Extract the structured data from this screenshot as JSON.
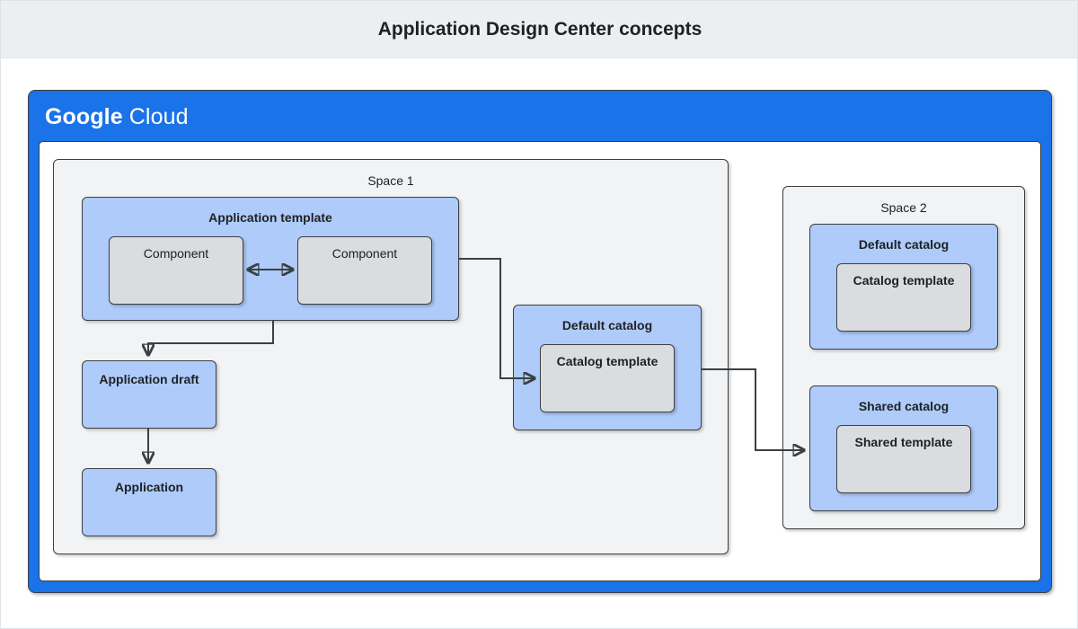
{
  "page": {
    "title": "Application Design Center concepts",
    "background": "#ffffff",
    "title_band_bg": "#eceff1"
  },
  "colors": {
    "google_blue": "#1a73e8",
    "light_blue_box": "#aecbfa",
    "grey_box": "#dadce0",
    "space_bg": "#f1f3f4",
    "stroke": "#3c4043",
    "text": "#202124"
  },
  "cloud_frame": {
    "logo_primary": "Google",
    "logo_secondary": "Cloud"
  },
  "spaces": [
    {
      "label": "Space 1",
      "nodes": {
        "app_template": {
          "title": "Application template",
          "components": [
            {
              "label": "Component"
            },
            {
              "label": "Component"
            }
          ]
        },
        "app_draft": {
          "label": "Application draft"
        },
        "application": {
          "label": "Application"
        },
        "default_catalog": {
          "title": "Default catalog",
          "template": {
            "label": "Catalog template"
          }
        }
      }
    },
    {
      "label": "Space 2",
      "nodes": {
        "default_catalog": {
          "title": "Default catalog",
          "template": {
            "label": "Catalog template"
          }
        },
        "shared_catalog": {
          "title": "Shared catalog",
          "template": {
            "label": "Shared template"
          }
        }
      }
    }
  ],
  "connectors": [
    {
      "name": "component-to-component",
      "style": "bidirectional-arrow"
    },
    {
      "name": "app-template-to-app-draft",
      "style": "arrow"
    },
    {
      "name": "app-draft-to-application",
      "style": "arrow"
    },
    {
      "name": "app-template-to-default-catalog",
      "style": "arrow"
    },
    {
      "name": "default-catalog-to-shared-catalog",
      "style": "arrow"
    }
  ]
}
